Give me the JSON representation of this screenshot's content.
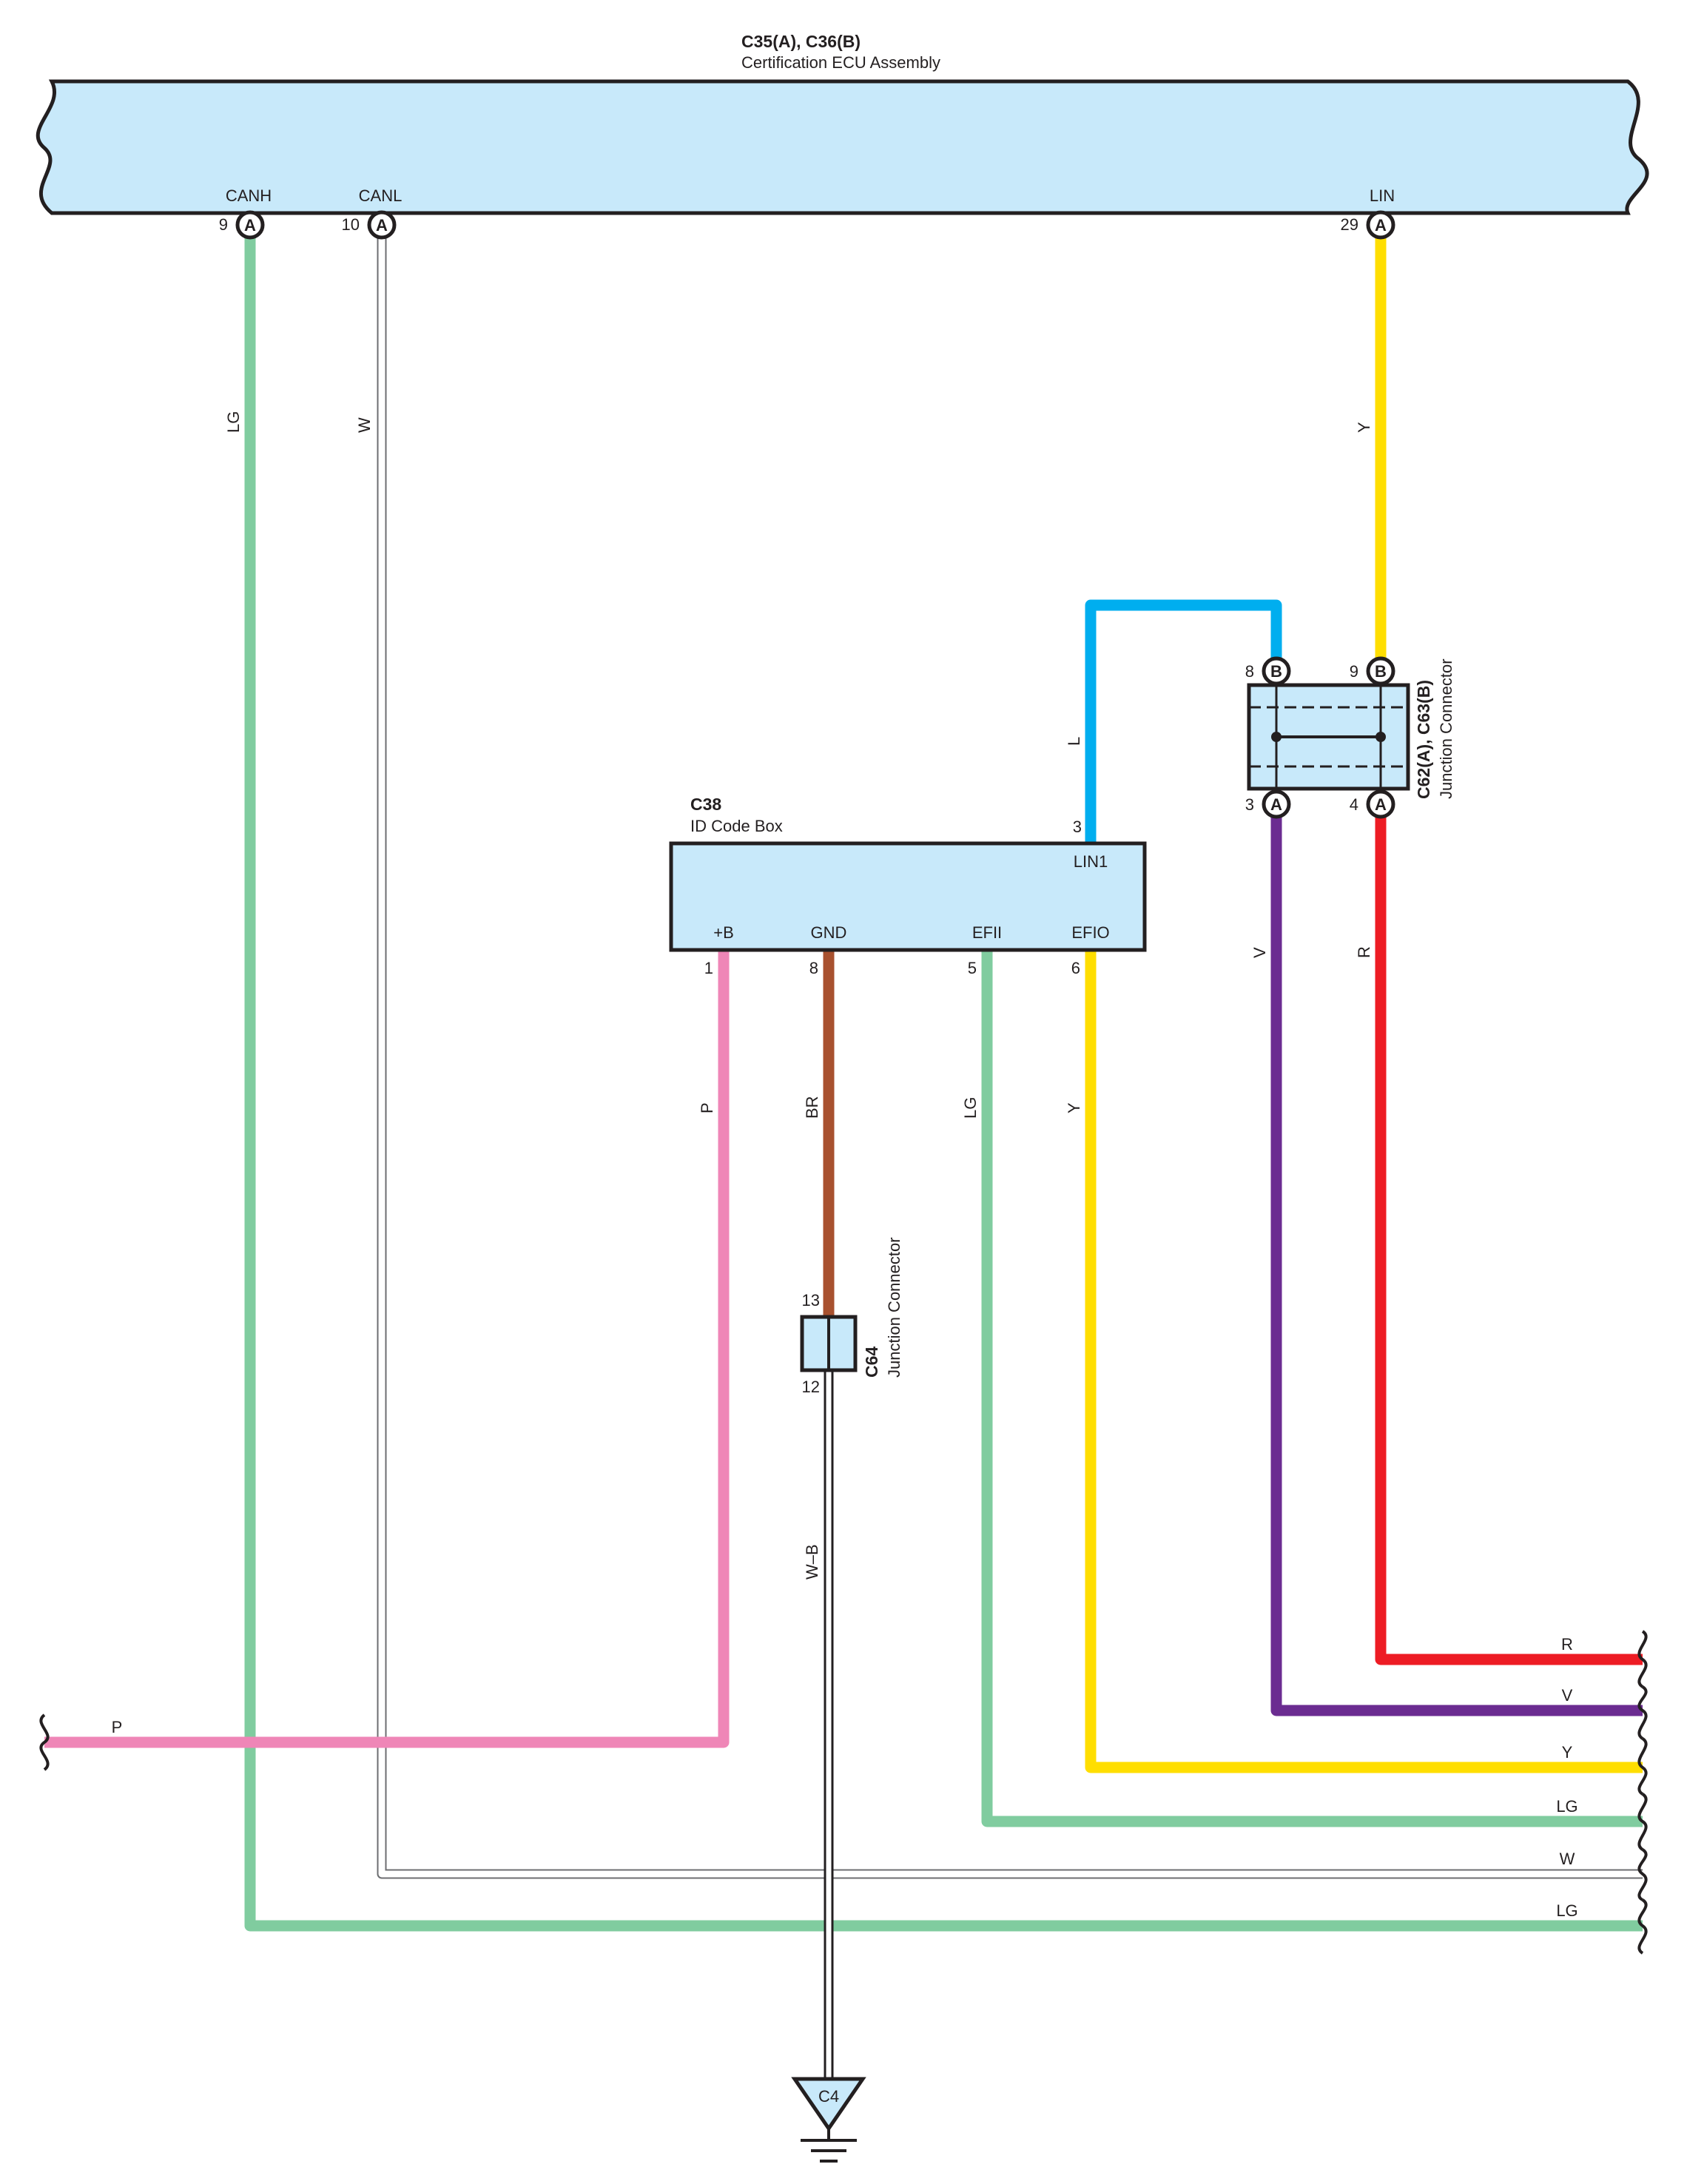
{
  "colors": {
    "LG": "#80cc9f",
    "W": "#ffffff",
    "Y": "#ffde00",
    "L": "#00aeef",
    "P": "#ef86b7",
    "BR": "#a8512f",
    "V": "#6b2c91",
    "R": "#ed1c24",
    "component_fill": "#c8e9fa",
    "outline": "#231f20"
  },
  "ecu": {
    "code": "C35(A), C36(B)",
    "name": "Certification ECU Assembly",
    "terminals": {
      "canh": {
        "name": "CANH",
        "pin": "9",
        "conn": "A"
      },
      "canl": {
        "name": "CANL",
        "pin": "10",
        "conn": "A"
      },
      "lin": {
        "name": "LIN",
        "pin": "29",
        "conn": "A"
      }
    }
  },
  "idbox": {
    "code": "C38",
    "name": "ID Code Box",
    "terminals": {
      "lin1": {
        "name": "LIN1",
        "pin": "3"
      },
      "b": {
        "name": "+B",
        "pin": "1"
      },
      "gnd": {
        "name": "GND",
        "pin": "8"
      },
      "efii": {
        "name": "EFII",
        "pin": "5"
      },
      "efio": {
        "name": "EFIO",
        "pin": "6"
      }
    }
  },
  "jc1": {
    "code": "C62(A), C63(B)",
    "name": "Junction Connector",
    "pins": {
      "b8": {
        "pin": "8",
        "conn": "B"
      },
      "b9": {
        "pin": "9",
        "conn": "B"
      },
      "a3": {
        "pin": "3",
        "conn": "A"
      },
      "a4": {
        "pin": "4",
        "conn": "A"
      }
    }
  },
  "jc2": {
    "code": "C64",
    "name": "Junction Connector",
    "pins": {
      "top": "13",
      "bottom": "12"
    }
  },
  "ground": {
    "code": "C4"
  },
  "wire_labels": {
    "canh": "LG",
    "canl": "W",
    "lin": "Y",
    "lin1": "L",
    "pb": "P",
    "gnd": "BR",
    "gnd_out": "W–B",
    "efii": "LG",
    "efio": "Y",
    "jc_a3": "V",
    "jc_a4": "R"
  },
  "right_exits": [
    "R",
    "V",
    "Y",
    "LG",
    "W",
    "LG"
  ],
  "left_exit": "P"
}
